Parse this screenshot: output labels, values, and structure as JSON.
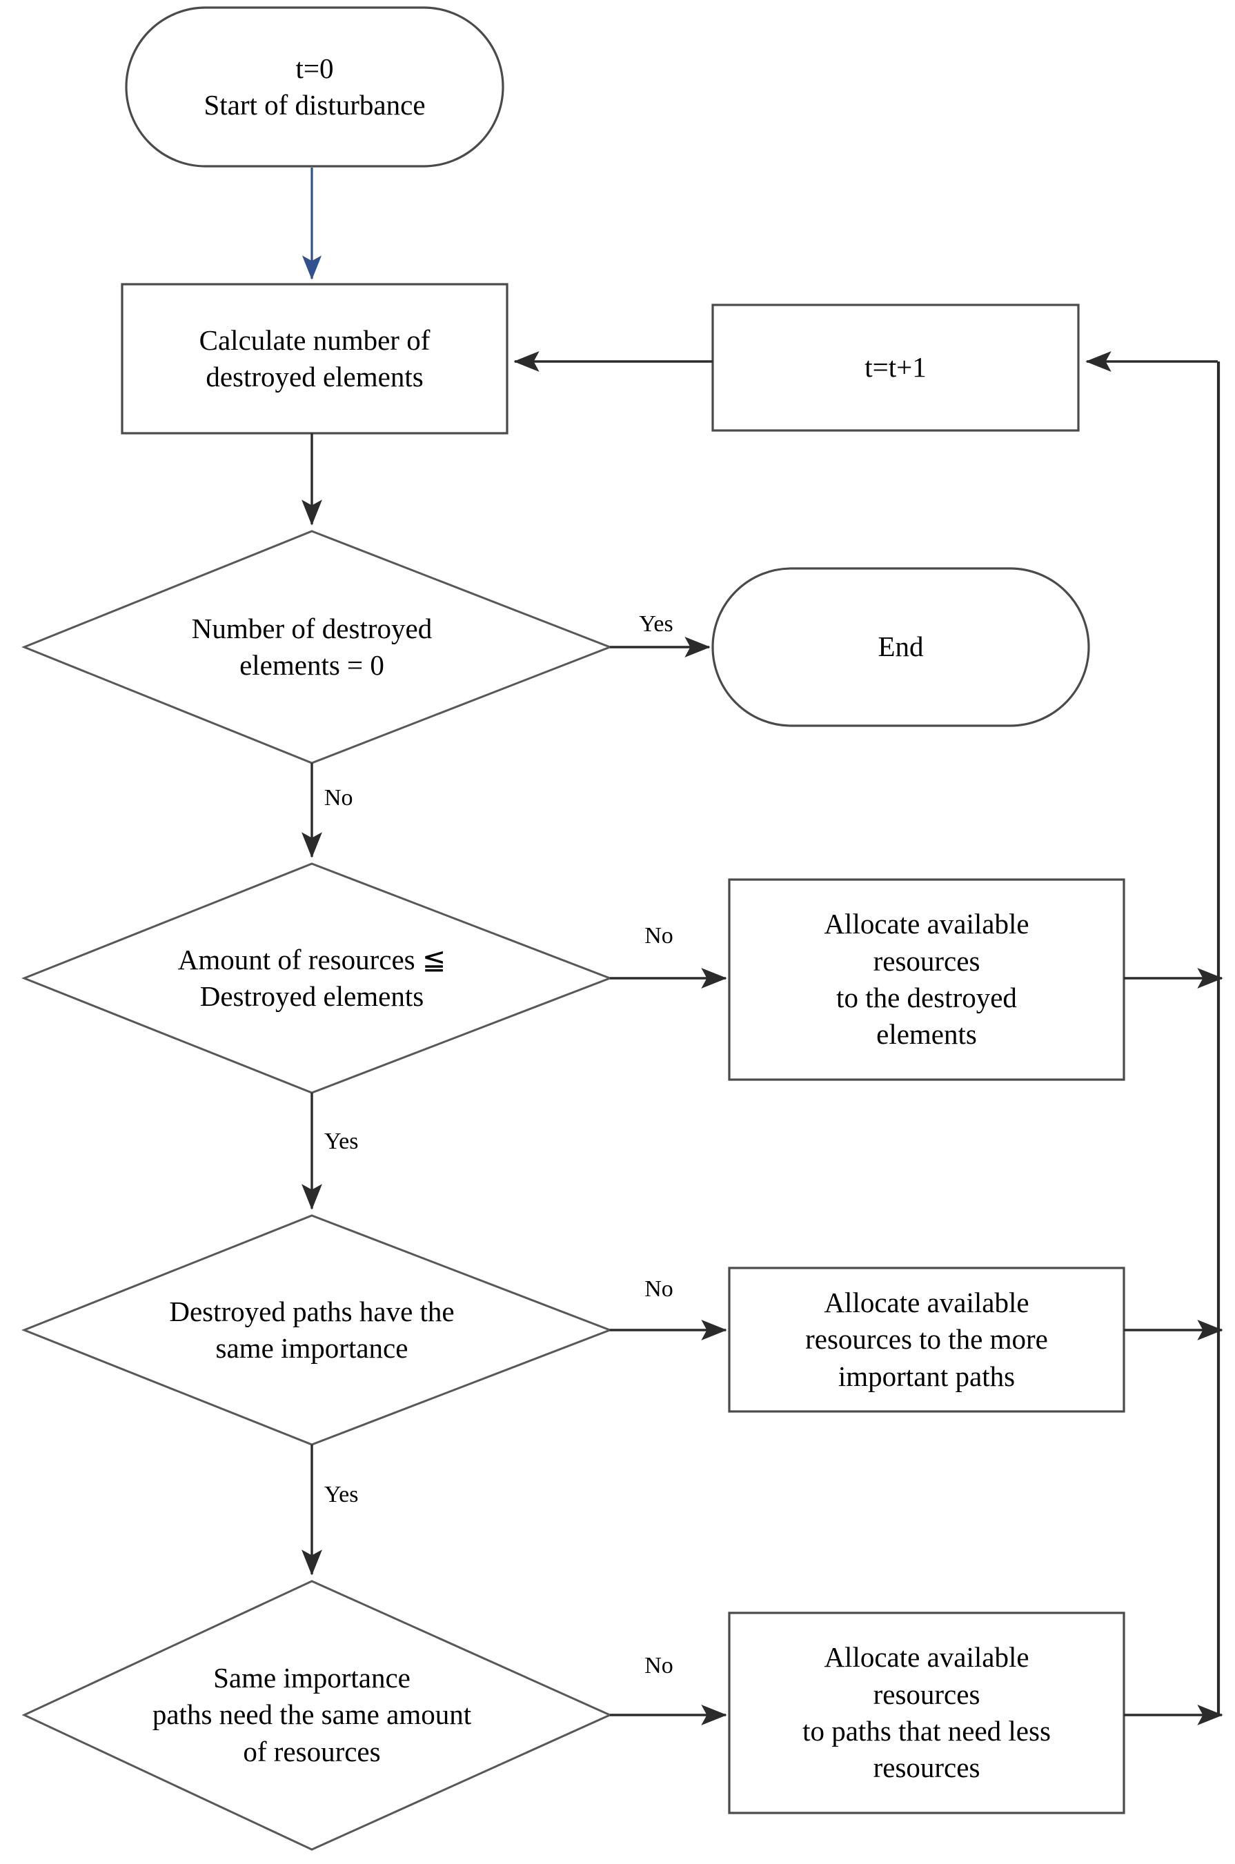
{
  "diagram": {
    "title": "Resource allocation flowchart for disturbance recovery",
    "colors": {
      "background": "#ffffff",
      "shape_stroke": "#4a4a4a",
      "connector": "#2b2b2b",
      "start_arrow": "#31508e",
      "text": "#000000"
    }
  },
  "nodes": {
    "start": {
      "type": "terminal",
      "text": "t=0\nStart of disturbance"
    },
    "calculate": {
      "type": "process",
      "text": "Calculate number of\ndestroyed elements"
    },
    "increment": {
      "type": "process",
      "text": "t=t+1"
    },
    "decision_zero": {
      "type": "decision",
      "text": "Number of  destroyed\nelements = 0"
    },
    "end": {
      "type": "terminal",
      "text": "End"
    },
    "decision_resources": {
      "type": "decision",
      "text": "Amount of resources ≦\nDestroyed elements"
    },
    "allocate_destroyed": {
      "type": "process",
      "text": "Allocate available\nresources\nto the destroyed\nelements"
    },
    "decision_importance": {
      "type": "decision",
      "text": "Destroyed paths have the\nsame importance"
    },
    "allocate_important": {
      "type": "process",
      "text": "Allocate available\nresources to the  more\nimportant paths"
    },
    "decision_amount": {
      "type": "decision",
      "text": "Same importance\npaths need the same amount\nof resources"
    },
    "allocate_less": {
      "type": "process",
      "text": "Allocate available\nresources\nto paths that need less\nresources"
    }
  },
  "edge_labels": {
    "zero_yes": "Yes",
    "zero_no": "No",
    "resources_no": "No",
    "resources_yes": "Yes",
    "importance_no": "No",
    "importance_yes": "Yes",
    "amount_no": "No"
  }
}
